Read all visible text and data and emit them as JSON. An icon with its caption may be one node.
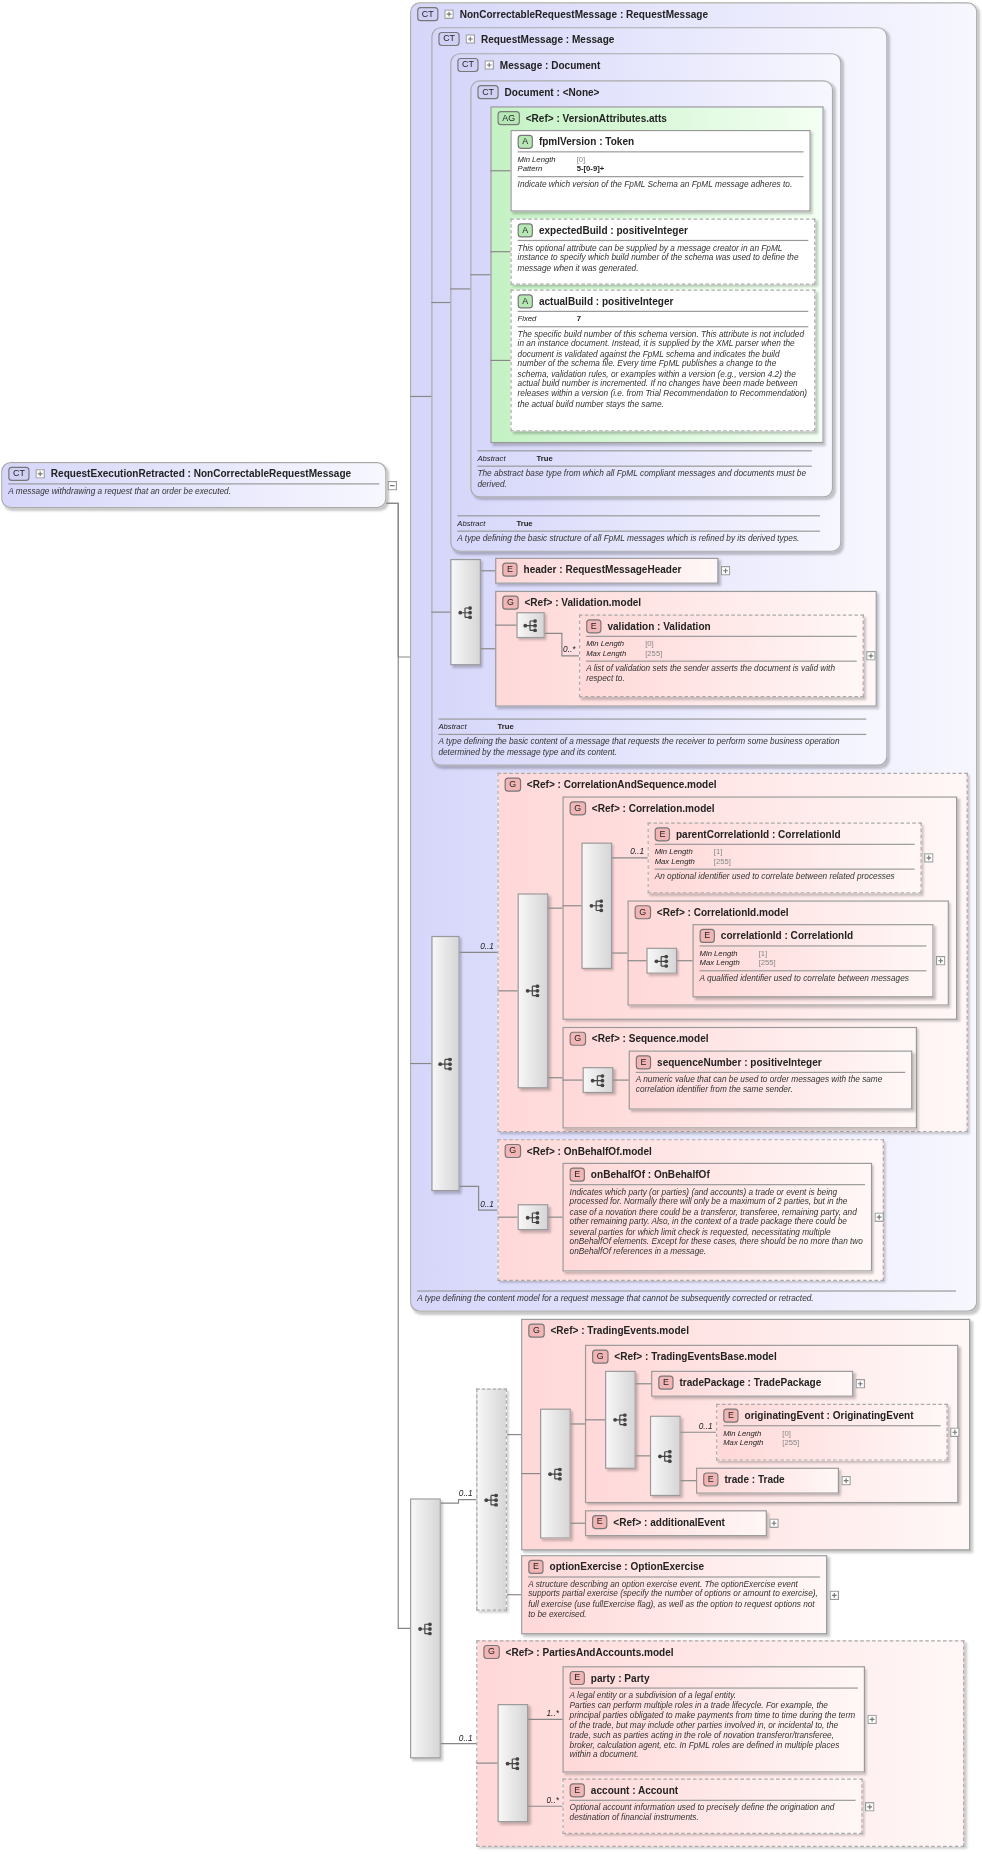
{
  "diagram": {
    "nodes": [
      {
        "text": [
          "CT",
          "RequestExecutionRetracted : NonCorrectableRequestMessage",
          "A message withdrawing a request that an order be executed."
        ]
      },
      {
        "text": [
          "CT",
          "NonCorrectableRequestMessage : RequestMessage",
          "A type defining the content model for a request message that cannot be subsequently corrected or retracted."
        ]
      },
      {
        "text": [
          "CT",
          "RequestMessage : Message",
          "Abstract",
          "True",
          "A type defining the basic content of a message that requests the receiver to perform some business operation determined by the message type and its content."
        ],
        "in": 1
      },
      {
        "text": [
          "CT",
          "Message : Document",
          "Abstract",
          "True",
          "A type defining the basic structure of all FpML messages which is refined by its derived types."
        ],
        "in": 2
      },
      {
        "text": [
          "CT",
          "Document : <None>",
          "Abstract",
          "True",
          "The abstract base type from which all FpML compliant messages and documents must be derived."
        ],
        "in": 3
      },
      {
        "text": [
          "AG",
          "<Ref> : VersionAttributes.atts"
        ],
        "in": 4
      },
      {
        "text": [
          "A",
          "fpmlVersion : Token",
          "Min Length",
          "[0]",
          "Pattern",
          "5-[0-9]+",
          "Indicate which version of the FpML Schema an FpML message adheres to."
        ],
        "in": 5
      },
      {
        "text": [
          "A",
          "expectedBuild : positiveInteger",
          "This optional attribute can be supplied by a message creator in an FpML instance to specify which build number of the schema was used to define the message when it was generated."
        ],
        "in": 5
      },
      {
        "text": [
          "A",
          "actualBuild : positiveInteger",
          "Fixed",
          "7",
          "The specific build number of this schema version. This attribute is not included in an instance document. Instead, it is supplied by the XML parser when the document is validated against the FpML schema and indicates the build number of the schema file. Every time FpML publishes a change to the schema, validation rules, or examples within a version (e.g., version 4.2) the actual build number is incremented. If no changes have been made between releases within a version (i.e. from Trial Recommendation to Recommendation) the actual build number stays the same."
        ],
        "in": 5
      },
      {
        "text": [],
        "shape": "box",
        "in": 2
      },
      {
        "text": [
          "E",
          "header : RequestMessageHeader"
        ],
        "in": 2
      },
      {
        "text": [
          "G",
          "<Ref> : Validation.model"
        ],
        "in": 2
      },
      {
        "text": [],
        "shape": "box",
        "in": 11
      },
      {
        "text": [
          "E",
          "validation : Validation",
          "Min Length",
          "[0]",
          "Max Length",
          "[255]",
          "A list of validation sets the sender asserts the document is valid with respect to."
        ],
        "in": 11
      },
      {
        "text": [],
        "shape": "box",
        "in": 1
      },
      {
        "text": [
          "G",
          "<Ref> : CorrelationAndSequence.model"
        ],
        "in": 1
      },
      {
        "text": [],
        "shape": "box",
        "in": 15
      },
      {
        "text": [
          "G",
          "<Ref> : Correlation.model"
        ],
        "in": 15
      },
      {
        "text": [],
        "shape": "box",
        "in": 17
      },
      {
        "text": [
          "E",
          "parentCorrelationId : CorrelationId",
          "Min Length",
          "[1]",
          "Max Length",
          "[255]",
          "An optional identifier used to correlate between related processes"
        ],
        "in": 17
      },
      {
        "text": [
          "G",
          "<Ref> : CorrelationId.model"
        ],
        "in": 17
      },
      {
        "text": [],
        "shape": "box",
        "in": 20
      },
      {
        "text": [
          "E",
          "correlationId : CorrelationId",
          "Min Length",
          "[1]",
          "Max Length",
          "[255]",
          "A qualified identifier used to correlate between messages"
        ],
        "in": 20
      },
      {
        "text": [
          "G",
          "<Ref> : Sequence.model"
        ],
        "in": 15
      },
      {
        "text": [],
        "shape": "box",
        "in": 23
      },
      {
        "text": [
          "E",
          "sequenceNumber : positiveInteger",
          "A numeric value that can be used to order messages with the same correlation identifier from the same sender."
        ],
        "in": 23
      },
      {
        "text": [
          "G",
          "<Ref> : OnBehalfOf.model"
        ],
        "in": 1
      },
      {
        "text": [],
        "shape": "box",
        "in": 26
      },
      {
        "text": [
          "E",
          "onBehalfOf : OnBehalfOf",
          "Indicates which party (or parties) (and accounts) a trade or event is being processed for. Normally there will only be a maximum of 2 parties, but in the case of a novation there could be a transferor, transferee, remaining party, and other remaining party. Also, in the context of a trade package there could be several parties for which limit check is requested, necessitating multiple onBehalfOf elements. Except for these cases, there should be no more than two onBehalfOf references in a message."
        ],
        "in": 26
      },
      {
        "text": [],
        "shape": "box"
      },
      {
        "text": [],
        "shape": "box"
      },
      {
        "text": [
          "G",
          "<Ref> : TradingEvents.model"
        ]
      },
      {
        "text": [],
        "shape": "box",
        "in": 31
      },
      {
        "text": [
          "G",
          "<Ref> : TradingEventsBase.model"
        ],
        "in": 31
      },
      {
        "text": [],
        "shape": "box",
        "in": 33
      },
      {
        "text": [
          "E",
          "tradePackage : TradePackage"
        ],
        "in": 33
      },
      {
        "text": [],
        "shape": "box",
        "in": 33
      },
      {
        "text": [
          "E",
          "originatingEvent : OriginatingEvent",
          "Min Length",
          "[0]",
          "Max Length",
          "[255]"
        ],
        "in": 33
      },
      {
        "text": [
          "E",
          "trade : Trade"
        ],
        "in": 33
      },
      {
        "text": [
          "E",
          "<Ref> : additionalEvent"
        ],
        "in": 31
      },
      {
        "text": [
          "E",
          "optionExercise : OptionExercise",
          "A structure describing an option exercise event. The optionExercise event supports partial exercise (specify the number of options or amount to exercise), full exercise (use fullExercise flag), as well as the option to request options not to be exercised."
        ]
      },
      {
        "text": [
          "G",
          "<Ref> : PartiesAndAccounts.model"
        ]
      },
      {
        "text": [],
        "shape": "box",
        "in": 41
      },
      {
        "text": [
          "E",
          "party : Party",
          "A legal entity or a subdivision of a legal entity.",
          "Parties can perform multiple roles in a trade lifecycle. For example, the principal parties obligated to make payments from time to time during the term of the trade, but may include other parties involved in, or incidental to, the trade, such as parties acting in the role of novation transferor/transferee, broker, calculation agent, etc. In FpML roles are defined in multiple places within a document."
        ],
        "in": 41
      },
      {
        "text": [
          "E",
          "account : Account",
          "Optional account information used to precisely define the origination and destination of financial instruments."
        ],
        "in": 41
      }
    ],
    "edges": [
      {
        "from": 0,
        "to": 1,
        "arrow": "none"
      },
      {
        "from": 0,
        "to": 29,
        "arrow": "none"
      },
      {
        "from": 1,
        "to": 2,
        "arrow": "none"
      },
      {
        "from": 1,
        "to": 14,
        "arrow": "none"
      },
      {
        "from": 2,
        "to": 3,
        "arrow": "none"
      },
      {
        "from": 2,
        "to": 9,
        "arrow": "none"
      },
      {
        "from": 3,
        "to": 4,
        "arrow": "none"
      },
      {
        "from": 4,
        "to": 5,
        "arrow": "none"
      },
      {
        "from": 5,
        "to": 6,
        "arrow": "none"
      },
      {
        "from": 5,
        "to": 7,
        "arrow": "none"
      },
      {
        "from": 5,
        "to": 8,
        "arrow": "none"
      },
      {
        "from": 9,
        "to": 10,
        "arrow": "none"
      },
      {
        "from": 9,
        "to": 11,
        "arrow": "none"
      },
      {
        "from": 11,
        "to": 12,
        "arrow": "none"
      },
      {
        "from": 12,
        "to": 13,
        "arrow": "none",
        "label": "0..*"
      },
      {
        "from": 14,
        "to": 15,
        "arrow": "none",
        "label": "0..1"
      },
      {
        "from": 14,
        "to": 26,
        "arrow": "none",
        "label": "0..1"
      },
      {
        "from": 15,
        "to": 16,
        "arrow": "none"
      },
      {
        "from": 16,
        "to": 17,
        "arrow": "none"
      },
      {
        "from": 16,
        "to": 23,
        "arrow": "none"
      },
      {
        "from": 17,
        "to": 18,
        "arrow": "none"
      },
      {
        "from": 18,
        "to": 19,
        "arrow": "none",
        "label": "0..1"
      },
      {
        "from": 18,
        "to": 20,
        "arrow": "none"
      },
      {
        "from": 20,
        "to": 21,
        "arrow": "none"
      },
      {
        "from": 21,
        "to": 22,
        "arrow": "none"
      },
      {
        "from": 23,
        "to": 24,
        "arrow": "none"
      },
      {
        "from": 24,
        "to": 25,
        "arrow": "none"
      },
      {
        "from": 26,
        "to": 27,
        "arrow": "none"
      },
      {
        "from": 27,
        "to": 28,
        "arrow": "none"
      },
      {
        "from": 29,
        "to": 30,
        "arrow": "none",
        "label": "0..1"
      },
      {
        "from": 29,
        "to": 41,
        "arrow": "none",
        "label": "0..1"
      },
      {
        "from": 30,
        "to": 31,
        "arrow": "none"
      },
      {
        "from": 30,
        "to": 40,
        "arrow": "none"
      },
      {
        "from": 31,
        "to": 32,
        "arrow": "none"
      },
      {
        "from": 32,
        "to": 33,
        "arrow": "none"
      },
      {
        "from": 32,
        "to": 39,
        "arrow": "none"
      },
      {
        "from": 33,
        "to": 34,
        "arrow": "none"
      },
      {
        "from": 34,
        "to": 35,
        "arrow": "none"
      },
      {
        "from": 34,
        "to": 36,
        "arrow": "none"
      },
      {
        "from": 36,
        "to": 37,
        "arrow": "none",
        "label": "0..1"
      },
      {
        "from": 36,
        "to": 38,
        "arrow": "none"
      },
      {
        "from": 41,
        "to": 42,
        "arrow": "none"
      },
      {
        "from": 42,
        "to": 43,
        "arrow": "none",
        "label": "1..*"
      },
      {
        "from": 42,
        "to": 44,
        "arrow": "none",
        "label": "0..*"
      }
    ]
  }
}
